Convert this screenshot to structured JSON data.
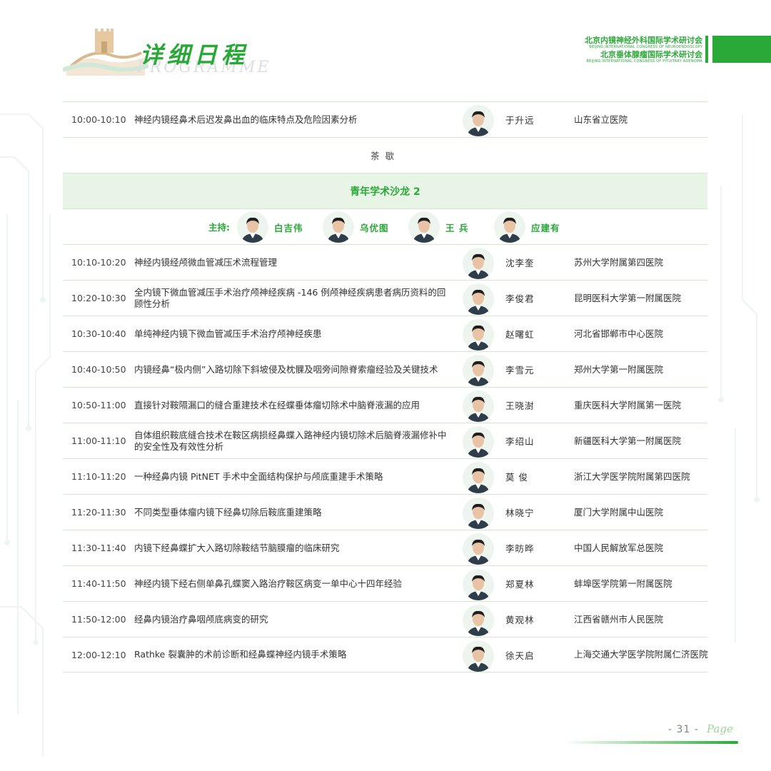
{
  "header": {
    "title_cn": "详细日程",
    "title_en": "PROGRAMME",
    "conference": [
      {
        "cn": "北京内镜神经外科国际学术研讨会",
        "en": "BEIJING INTERNATIONAL CONGRESS OF NEUROENDOSCOPY"
      },
      {
        "cn": "北京垂体腺瘤国际学术研讨会",
        "en": "BEIJING INTERNATIONAL CONGRESS OF PITUITARY ADENOMA"
      }
    ],
    "accent_color": "#2aa838"
  },
  "rows_before": [
    {
      "time": "10:00-10:10",
      "topic": "神经内镜经鼻术后迟发鼻出血的临床特点及危险因素分析",
      "speaker": "于升远",
      "hospital": "山东省立医院"
    }
  ],
  "break_label": "茶歇",
  "session": {
    "title": "青年学术沙龙 2",
    "hosts_label": "主持:",
    "hosts": [
      "白吉伟",
      "乌优图",
      "王 兵",
      "应建有"
    ]
  },
  "rows": [
    {
      "time": "10:10-10:20",
      "topic": "神经内镜经颅微血管减压术流程管理",
      "speaker": "沈李奎",
      "hospital": "苏州大学附属第四医院"
    },
    {
      "time": "10:20-10:30",
      "topic": "全内镜下微血管减压手术治疗颅神经疾病 -146 例颅神经疾病患者病历资料的回顾性分析",
      "speaker": "李俊君",
      "hospital": "昆明医科大学第一附属医院"
    },
    {
      "time": "10:30-10:40",
      "topic": "单纯神经内镜下微血管减压手术治疗颅神经疾患",
      "speaker": "赵曙虹",
      "hospital": "河北省邯郸市中心医院"
    },
    {
      "time": "10:40-10:50",
      "topic": "内镜经鼻“极内侧”入路切除下斜坡侵及枕髁及咽旁间隙脊索瘤经验及关键技术",
      "speaker": "李雪元",
      "hospital": "郑州大学第一附属医院"
    },
    {
      "time": "10:50-11:00",
      "topic": "直接针对鞍隔漏口的缝合重建技术在经蝶垂体瘤切除术中脑脊液漏的应用",
      "speaker": "王晓澍",
      "hospital": "重庆医科大学附属第一医院"
    },
    {
      "time": "11:00-11:10",
      "topic": "自体组织鞍底缝合技术在鞍区病损经鼻蝶入路神经内镜切除术后脑脊液漏修补中的安全性及有效性分析",
      "speaker": "李绍山",
      "hospital": "新疆医科大学第一附属医院"
    },
    {
      "time": "11:10-11:20",
      "topic": "一种经鼻内镜 PitNET 手术中全面结构保护与颅底重建手术策略",
      "speaker": "莫 俊",
      "hospital": "浙江大学医学院附属第四医院"
    },
    {
      "time": "11:20-11:30",
      "topic": "不同类型垂体瘤内镜下经鼻切除后鞍底重建策略",
      "speaker": "林晓宁",
      "hospital": "厦门大学附属中山医院"
    },
    {
      "time": "11:30-11:40",
      "topic": "内镜下经鼻蝶扩大入路切除鞍结节脑膜瘤的临床研究",
      "speaker": "李昉晔",
      "hospital": "中国人民解放军总医院"
    },
    {
      "time": "11:40-11:50",
      "topic": "神经内镜下经右侧单鼻孔蝶窦入路治疗鞍区病变一单中心十四年经验",
      "speaker": "郑夏林",
      "hospital": "蚌埠医学院第一附属医院"
    },
    {
      "time": "11:50-12:00",
      "topic": "经鼻内镜治疗鼻咽颅底病变的研究",
      "speaker": "黄观林",
      "hospital": "江西省赣州市人民医院"
    },
    {
      "time": "12:00-12:10",
      "topic": "Rathke 裂囊肿的术前诊断和经鼻蝶神经内镜手术策略",
      "speaker": "徐天启",
      "hospital": "上海交通大学医学院附属仁济医院"
    }
  ],
  "footer": {
    "page_number": "- 31 -",
    "page_word": "Page"
  }
}
